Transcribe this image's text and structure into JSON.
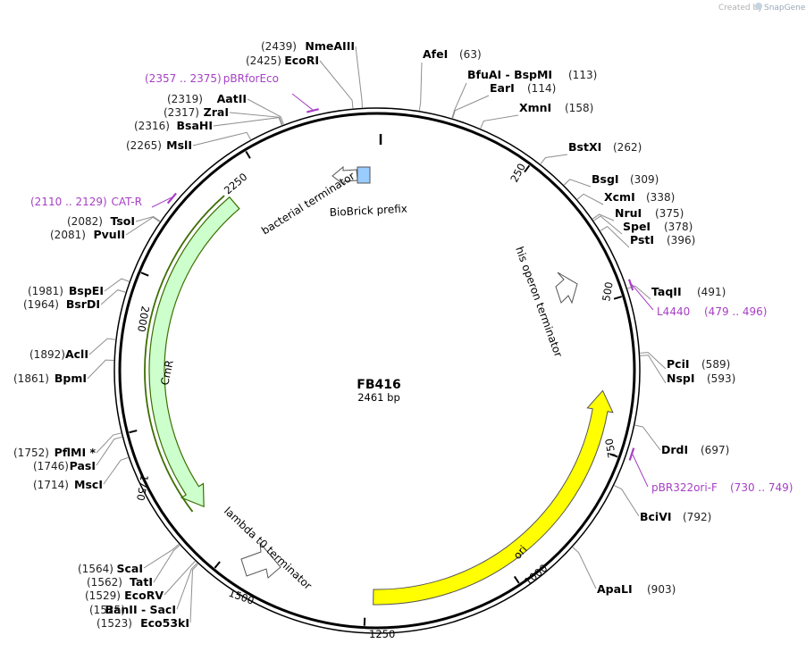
{
  "header": {
    "created_by": "Created by",
    "brand": "SnapGene"
  },
  "plasmid": {
    "name": "FB416",
    "length": 2461,
    "size_label": "2461 bp",
    "ticks": [
      250,
      500,
      750,
      1000,
      1250,
      1500,
      1750,
      2000,
      2250
    ]
  },
  "sites": [
    {
      "name": "AfeI",
      "pos": 63,
      "pos_label": "(63)"
    },
    {
      "name": "BfuAI  -  BspMI",
      "pos": 113,
      "pos_label": "(113)"
    },
    {
      "name": "EarI",
      "pos": 114,
      "pos_label": "(114)"
    },
    {
      "name": "XmnI",
      "pos": 158,
      "pos_label": "(158)"
    },
    {
      "name": "BstXI",
      "pos": 262,
      "pos_label": "(262)"
    },
    {
      "name": "BsgI",
      "pos": 309,
      "pos_label": "(309)"
    },
    {
      "name": "XcmI",
      "pos": 338,
      "pos_label": "(338)"
    },
    {
      "name": "NruI",
      "pos": 375,
      "pos_label": "(375)"
    },
    {
      "name": "SpeI",
      "pos": 378,
      "pos_label": "(378)"
    },
    {
      "name": "PstI",
      "pos": 396,
      "pos_label": "(396)"
    },
    {
      "name": "TaqII",
      "pos": 491,
      "pos_label": "(491)"
    },
    {
      "name": "PciI",
      "pos": 589,
      "pos_label": "(589)"
    },
    {
      "name": "NspI",
      "pos": 593,
      "pos_label": "(593)"
    },
    {
      "name": "DrdI",
      "pos": 697,
      "pos_label": "(697)"
    },
    {
      "name": "BciVI",
      "pos": 792,
      "pos_label": "(792)"
    },
    {
      "name": "ApaLI",
      "pos": 903,
      "pos_label": "(903)"
    },
    {
      "name": "Eco53kI",
      "pos": 1523,
      "pos_label": "(1523)"
    },
    {
      "name": "BanII  -  SacI",
      "pos": 1525,
      "pos_label": "(1525)"
    },
    {
      "name": "EcoRV",
      "pos": 1529,
      "pos_label": "(1529)"
    },
    {
      "name": "TatI",
      "pos": 1562,
      "pos_label": "(1562)"
    },
    {
      "name": "ScaI",
      "pos": 1564,
      "pos_label": "(1564)"
    },
    {
      "name": "MscI",
      "pos": 1714,
      "pos_label": "(1714)"
    },
    {
      "name": "PasI",
      "pos": 1746,
      "pos_label": "(1746)"
    },
    {
      "name": "PflMI *",
      "pos": 1752,
      "pos_label": "(1752)"
    },
    {
      "name": "BpmI",
      "pos": 1861,
      "pos_label": "(1861)"
    },
    {
      "name": "AclI",
      "pos": 1892,
      "pos_label": "(1892)"
    },
    {
      "name": "BsrDI",
      "pos": 1964,
      "pos_label": "(1964)"
    },
    {
      "name": "BspEI",
      "pos": 1981,
      "pos_label": "(1981)"
    },
    {
      "name": "PvuII",
      "pos": 2081,
      "pos_label": "(2081)"
    },
    {
      "name": "TsoI",
      "pos": 2082,
      "pos_label": "(2082)"
    },
    {
      "name": "MslI",
      "pos": 2265,
      "pos_label": "(2265)"
    },
    {
      "name": "BsaHI",
      "pos": 2316,
      "pos_label": "(2316)"
    },
    {
      "name": "ZraI",
      "pos": 2317,
      "pos_label": "(2317)"
    },
    {
      "name": "AatII",
      "pos": 2319,
      "pos_label": "(2319)"
    },
    {
      "name": "EcoRI",
      "pos": 2425,
      "pos_label": "(2425)"
    },
    {
      "name": "NmeAIII",
      "pos": 2439,
      "pos_label": "(2439)"
    }
  ],
  "primers": [
    {
      "name": "L4440",
      "range": "(479 .. 496)",
      "start": 479,
      "end": 496
    },
    {
      "name": "pBR322ori-F",
      "range": "(730 .. 749)",
      "start": 730,
      "end": 749
    },
    {
      "name": "CAT-R",
      "range": "(2110 .. 2129)",
      "start": 2110,
      "end": 2129
    },
    {
      "name": "pBRforEco",
      "range": "(2357 .. 2375)",
      "start": 2357,
      "end": 2375
    }
  ],
  "features": [
    {
      "name": "his operon terminator",
      "color": "#ffffff"
    },
    {
      "name": "ori",
      "color": "#ffff00"
    },
    {
      "name": "lambda t0 terminator",
      "color": "#ffffff"
    },
    {
      "name": "CmR",
      "color": "#ccffcc"
    },
    {
      "name": "bacterial terminator",
      "color": "#ffffff"
    },
    {
      "name": "BioBrick prefix",
      "color": "#99ccff"
    }
  ],
  "colors": {
    "primer": "#a63fc4",
    "ring": "#000000",
    "leader": "#8f8f8f",
    "ori_fill": "#ffff00",
    "cmr_fill": "#ccffcc",
    "cmr_outline": "#3c6e00",
    "biobrick_fill": "#99ccff"
  }
}
